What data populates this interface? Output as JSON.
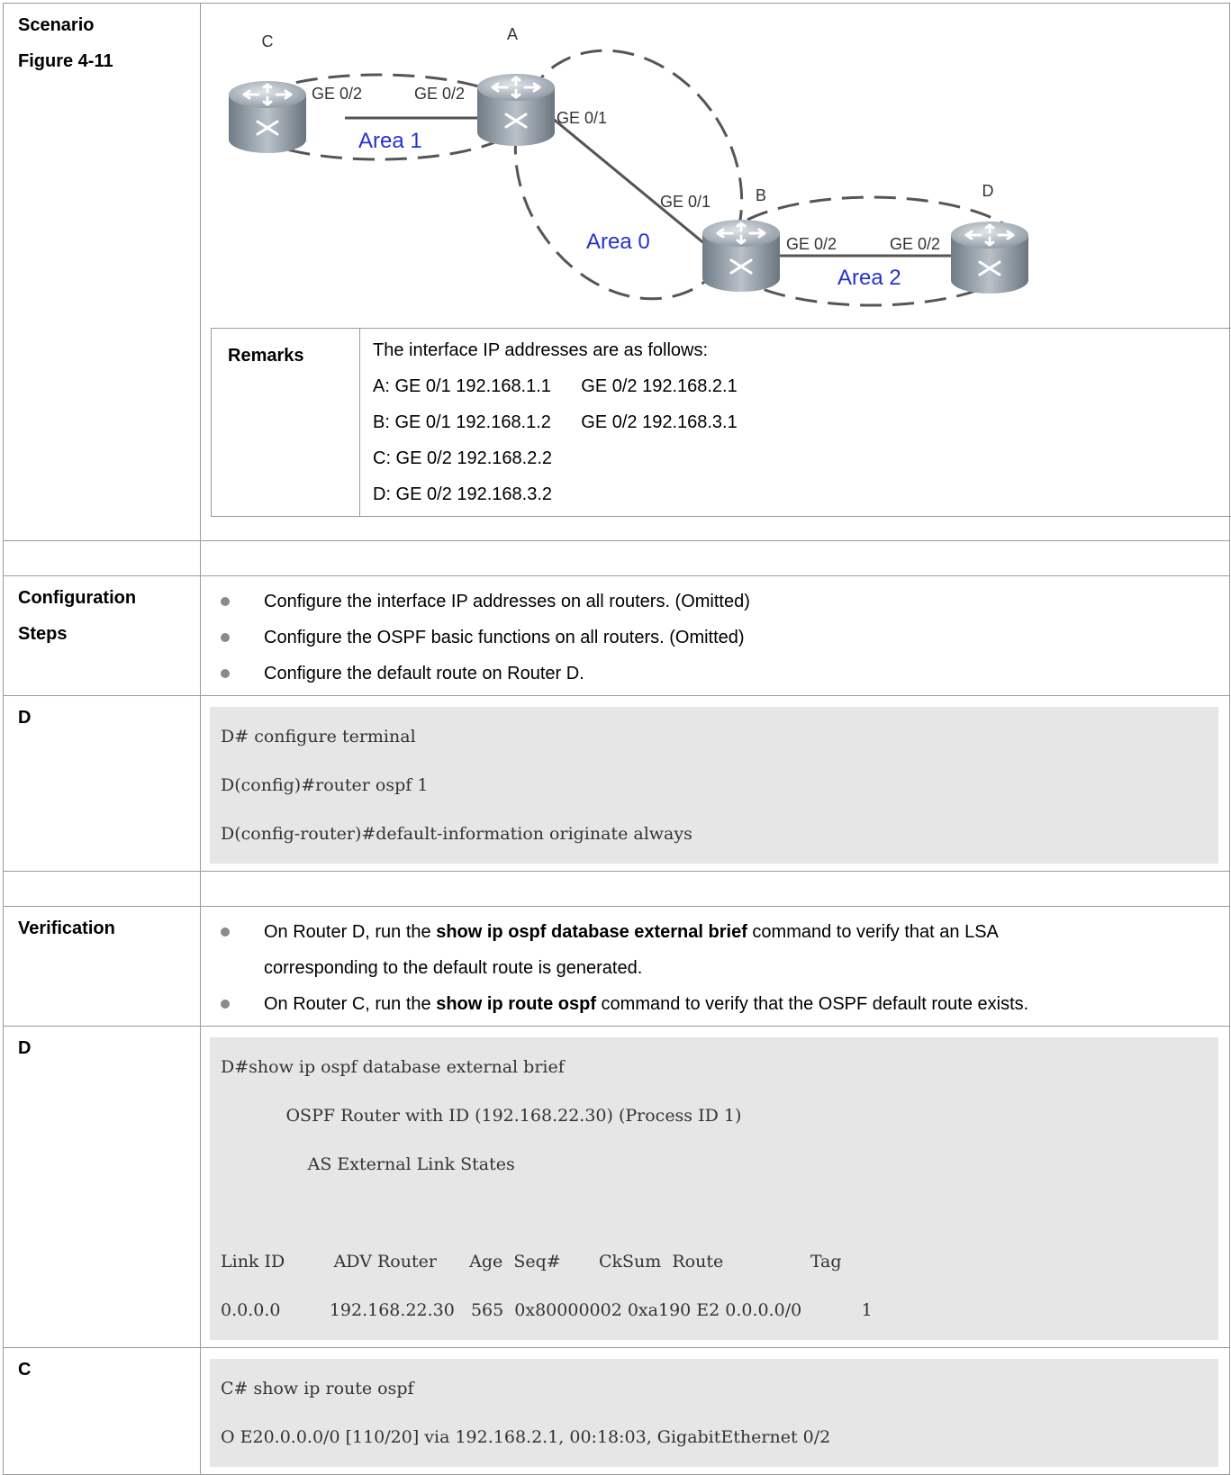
{
  "scenario_label": "Scenario",
  "figure_label": "Figure 4-11",
  "diagram": {
    "routers": {
      "a": "A",
      "b": "B",
      "c": "C",
      "d": "D"
    },
    "ports": {
      "c_ge02": "GE 0/2",
      "a_ge02": "GE 0/2",
      "a_ge01": "GE 0/1",
      "b_ge01": "GE 0/1",
      "b_ge02": "GE 0/2",
      "d_ge02": "GE 0/2"
    },
    "areas": {
      "area1": "Area 1",
      "area0": "Area 0",
      "area2": "Area 2"
    },
    "area_label_color": "#2233cc"
  },
  "remarks": {
    "label": "Remarks",
    "lines": [
      "The interface IP addresses are as follows:",
      "A: GE 0/1 192.168.1.1      GE 0/2 192.168.2.1",
      "B: GE 0/1 192.168.1.2      GE 0/2 192.168.3.1",
      "C: GE 0/2 192.168.2.2",
      "D: GE 0/2 192.168.3.2"
    ]
  },
  "config": {
    "label_1": "Configuration",
    "label_2": "Steps",
    "steps": [
      "Configure the interface IP addresses on all routers. (Omitted)",
      "Configure the OSPF basic functions on all routers. (Omitted)",
      "Configure the default route on Router D."
    ]
  },
  "config_d": {
    "label": "D",
    "lines": [
      "D# configure terminal",
      "D(config)#router ospf 1",
      "D(config-router)#default-information originate always"
    ]
  },
  "verification": {
    "label": "Verification",
    "step1_pre": "On Router D, run the ",
    "step1_cmd": "show ip ospf database external brief",
    "step1_post": " command to verify that an LSA",
    "step1_cont": "corresponding to the default route is generated.",
    "step2_pre": "On Router C, run the ",
    "step2_cmd": "show ip route ospf",
    "step2_post": " command to verify that the OSPF default route exists."
  },
  "verify_d": {
    "label": "D",
    "lines": [
      "D#show ip ospf database external brief",
      "            OSPF Router with ID (192.168.22.30) (Process ID 1)",
      "                AS External Link States",
      "",
      "Link ID         ADV Router      Age  Seq#       CkSum  Route                Tag",
      "0.0.0.0         192.168.22.30   565  0x80000002 0xa190 E2 0.0.0.0/0           1"
    ]
  },
  "verify_c": {
    "label": "C",
    "lines": [
      "C# show ip route ospf",
      "O E20.0.0.0/0 [110/20] via 192.168.2.1, 00:18:03, GigabitEthernet 0/2"
    ]
  }
}
